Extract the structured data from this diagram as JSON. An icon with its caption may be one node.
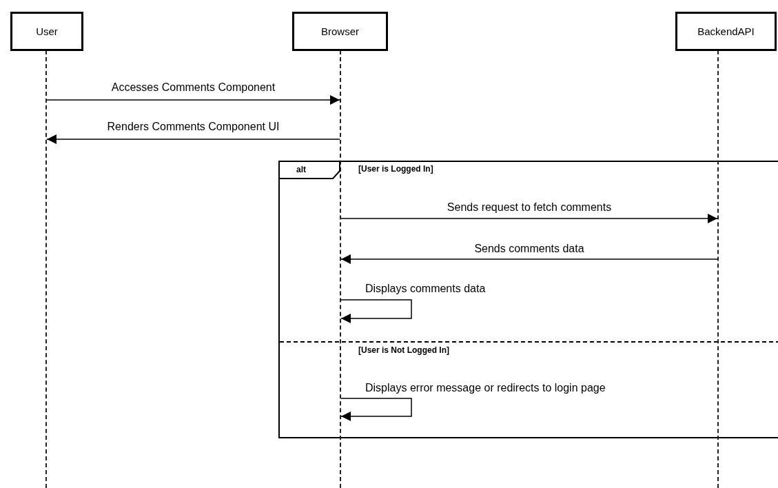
{
  "diagram": {
    "nodes": [
      {
        "text": [
          "User"
        ]
      },
      {
        "text": [
          "Browser"
        ]
      },
      {
        "text": [
          "BackendAPI"
        ]
      },
      {
        "text": [],
        "shape": "bar"
      },
      {
        "text": [],
        "shape": "bar"
      },
      {
        "text": [],
        "shape": "bar"
      },
      {
        "text": [
          "alt"
        ]
      }
    ],
    "labels": [
      "[User is Logged In]",
      "[User is Not Logged In]"
    ],
    "edges": [
      {
        "from": 3,
        "to": 4,
        "arrow": "to",
        "label": "Accesses Comments Component"
      },
      {
        "from": 4,
        "to": 3,
        "arrow": "to",
        "label": "Renders Comments Component UI"
      },
      {
        "from": 4,
        "to": 5,
        "arrow": "to",
        "label": "Sends request to fetch comments"
      },
      {
        "from": 5,
        "to": 4,
        "arrow": "to",
        "label": "Sends comments data"
      },
      {
        "from": 4,
        "to": 4,
        "arrow": "to",
        "label": "Displays comments data"
      },
      {
        "from": 4,
        "to": 4,
        "arrow": "to",
        "label": "Displays error message or redirects to login page"
      }
    ]
  }
}
